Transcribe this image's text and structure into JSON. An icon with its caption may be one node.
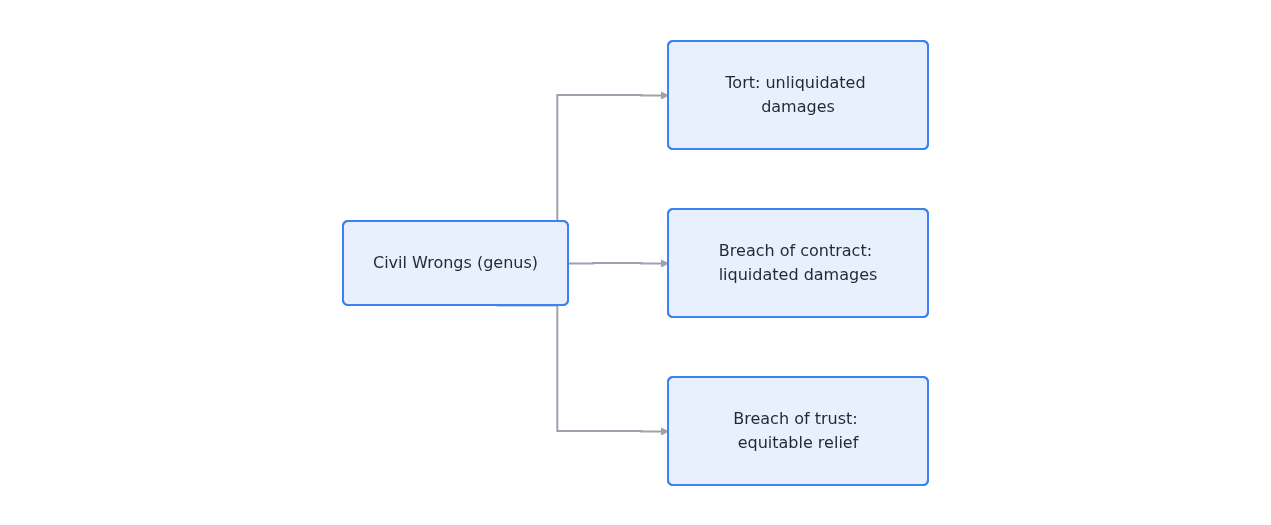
{
  "diagram": {
    "nodes": [
      {
        "text": [
          "Civil Wrongs (genus)"
        ]
      },
      {
        "text": [
          "Tort: unliquidated damages"
        ]
      },
      {
        "text": [
          "Breach of contract: liquidated damages"
        ]
      },
      {
        "text": [
          "Breach of trust: equitable relief"
        ]
      }
    ],
    "edges": [
      {
        "from": 0,
        "to": 1,
        "arrow": "to"
      },
      {
        "from": 0,
        "to": 2,
        "arrow": "to"
      },
      {
        "from": 0,
        "to": 3,
        "arrow": "to"
      }
    ]
  }
}
